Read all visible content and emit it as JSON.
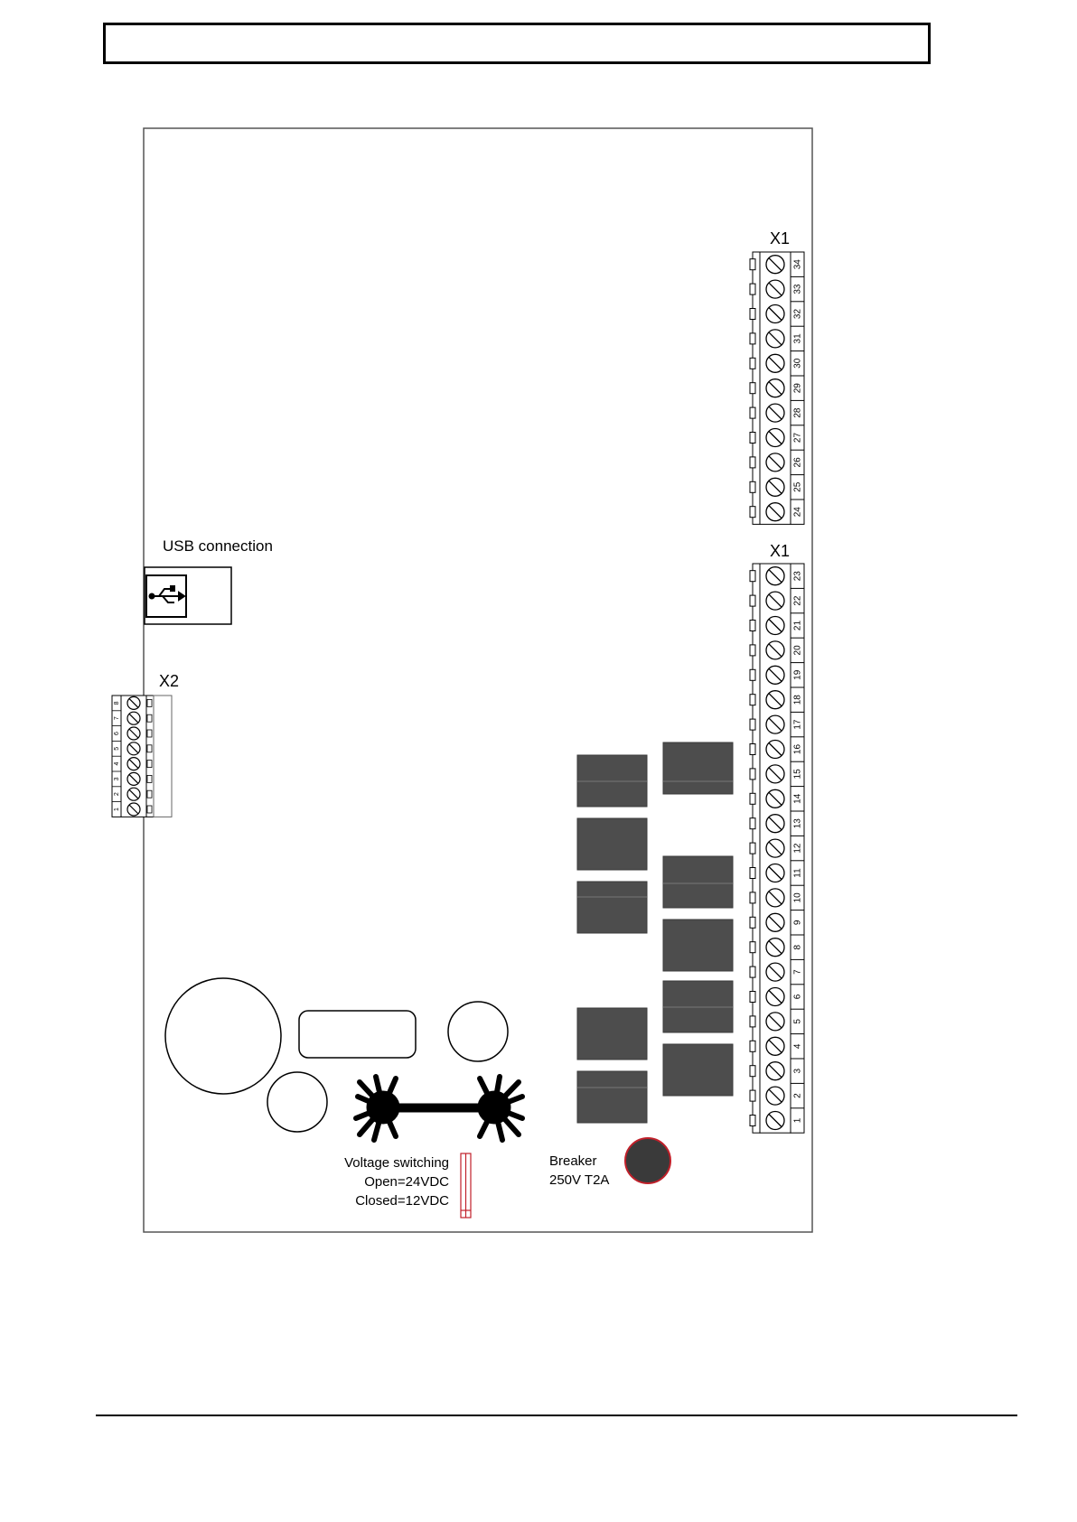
{
  "header": {
    "title": ""
  },
  "labels": {
    "usb": "USB connection",
    "x2": "X2",
    "x1_top": "X1",
    "x1_bottom": "X1",
    "voltage_title": "Voltage switching",
    "voltage_open": "Open=24VDC",
    "voltage_closed": "Closed=12VDC",
    "breaker_title": "Breaker",
    "breaker_rating": "250V T2A"
  },
  "terminals": {
    "x1_top": [
      "34",
      "33",
      "32",
      "31",
      "30",
      "29",
      "28",
      "27",
      "26",
      "25",
      "24"
    ],
    "x1_bottom": [
      "23",
      "22",
      "21",
      "20",
      "19",
      "18",
      "17",
      "16",
      "15",
      "14",
      "13",
      "12",
      "11",
      "10",
      "9",
      "8",
      "7",
      "6",
      "5",
      "4",
      "3",
      "2",
      "1"
    ],
    "x2": [
      "8",
      "7",
      "6",
      "5",
      "4",
      "3",
      "2",
      "1"
    ]
  },
  "colors": {
    "line": "#000000",
    "relay": "#4d4d4d",
    "breaker_fill": "#3a3a3a",
    "breaker_ring": "#c0202a",
    "jumper": "#c0202a"
  },
  "icons": {
    "usb": "usb-icon",
    "heatsink": "heatsink-icon"
  }
}
